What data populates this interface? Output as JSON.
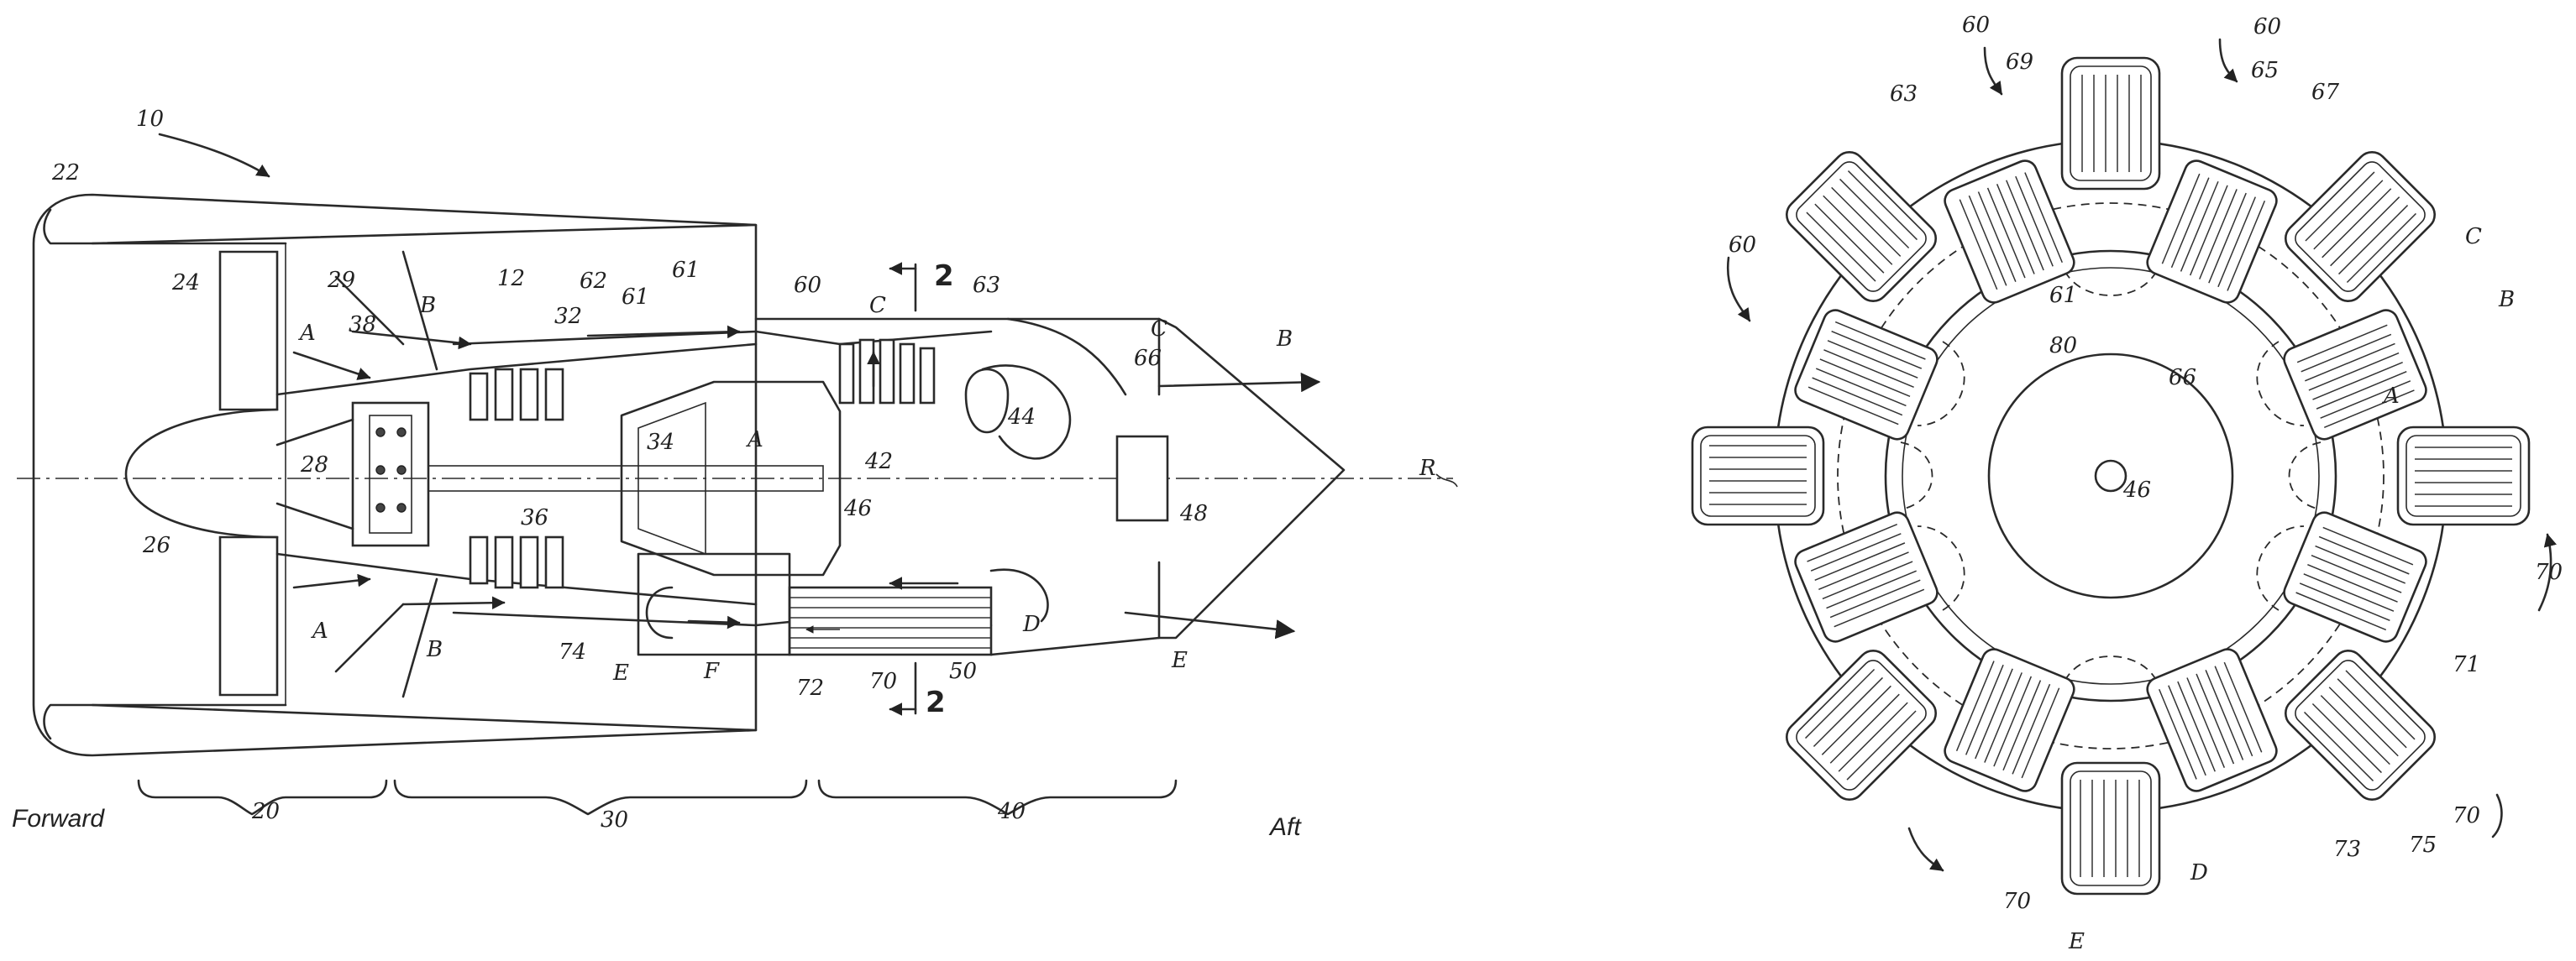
{
  "figure_left": {
    "ref_labels": [
      "10",
      "22",
      "24",
      "29",
      "38",
      "B",
      "A",
      "28",
      "26",
      "A",
      "B",
      "12",
      "32",
      "62",
      "61",
      "61",
      "60",
      "C",
      "63",
      "C",
      "66",
      "B",
      "34",
      "A",
      "42",
      "44",
      "46",
      "36",
      "48",
      "R",
      "74",
      "E",
      "F",
      "72",
      "70",
      "50",
      "D",
      "E",
      "2",
      "2"
    ],
    "direction_forward": "Forward",
    "direction_aft": "Aft",
    "section_labels": [
      "20",
      "30",
      "40"
    ]
  },
  "figure_right": {
    "ref_labels": [
      "60",
      "60",
      "63",
      "69",
      "65",
      "67",
      "60",
      "C",
      "B",
      "A",
      "61",
      "80",
      "66",
      "46",
      "70",
      "70",
      "71",
      "73",
      "75",
      "70",
      "D",
      "E"
    ]
  }
}
